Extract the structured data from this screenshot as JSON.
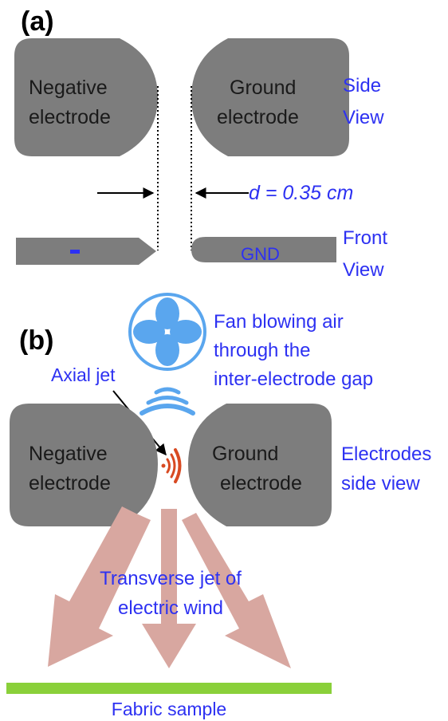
{
  "panel_a": {
    "label": "(a)",
    "side_left": {
      "line1": "Negative",
      "line2": "electrode"
    },
    "side_right": {
      "line1": "Ground",
      "line2": "electrode"
    },
    "side_view": {
      "line1": "Side",
      "line2": "View"
    },
    "gap_label": "d = 0.35 cm",
    "front_minus": "-",
    "front_gnd": "GND",
    "front_view": {
      "line1": "Front",
      "line2": "View"
    }
  },
  "panel_b": {
    "label": "(b)",
    "fan_text": {
      "line1": "Fan blowing air",
      "line2": "through the",
      "line3": "inter-electrode gap"
    },
    "axial_jet": "Axial jet",
    "left": {
      "line1": "Negative",
      "line2": "electrode"
    },
    "right": {
      "line1": "Ground",
      "line2": "electrode"
    },
    "side_view": {
      "line1": "Electrodes",
      "line2": "side view"
    },
    "transverse": {
      "line1": "Transverse jet of",
      "line2": "electric wind"
    },
    "fabric": "Fabric sample"
  },
  "colors": {
    "electrode": "#7d7d7d",
    "label_blue": "#2d31f2",
    "fan_blue": "#5aa6ee",
    "axial_red": "#d84a22",
    "arrow_pink": "#d8a7a0",
    "fabric_green": "#8ad03a"
  }
}
